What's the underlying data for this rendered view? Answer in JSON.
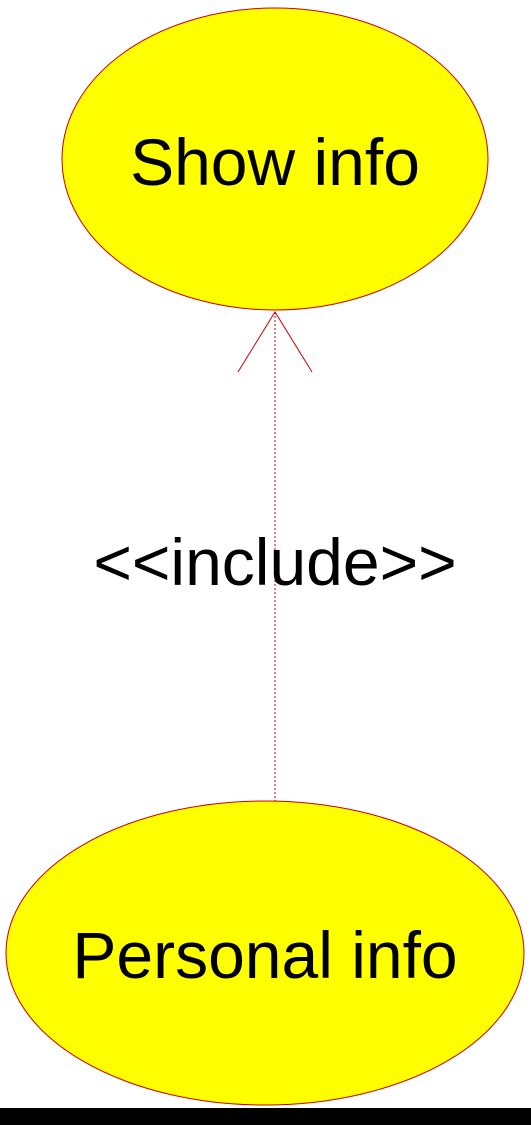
{
  "diagram": {
    "use_case_top": "Show info",
    "use_case_bottom": "Personal info",
    "relationship_label": "<<include>>"
  },
  "colors": {
    "use_case_fill": "#FFFF00",
    "use_case_stroke": "#CC0000",
    "connector": "#CC0000",
    "text": "#000000",
    "background": "#FFFFFF"
  }
}
